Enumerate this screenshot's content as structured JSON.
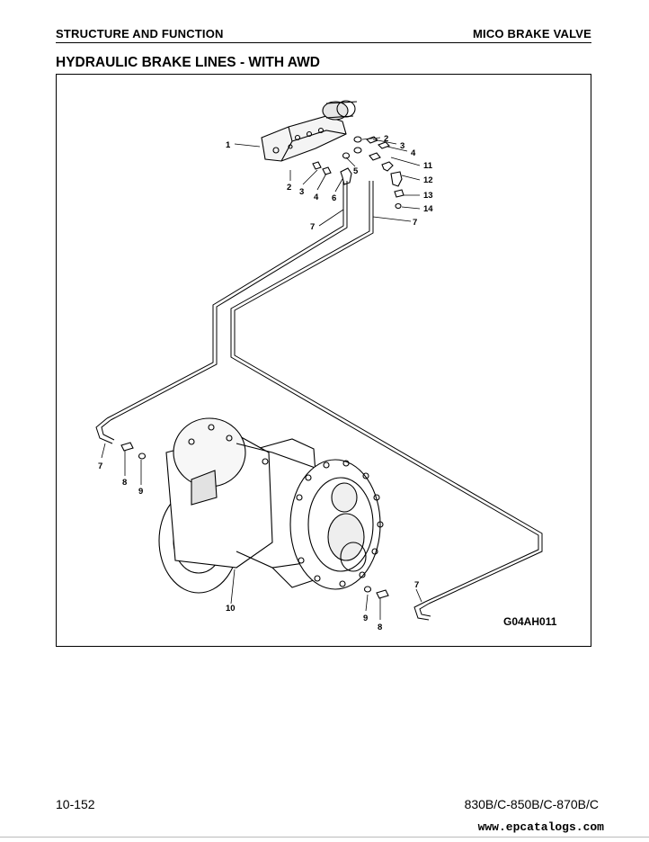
{
  "header": {
    "left": "STRUCTURE AND FUNCTION",
    "right": "MICO BRAKE VALVE"
  },
  "section_title": "HYDRAULIC BRAKE LINES - WITH AWD",
  "figure": {
    "id": "G04AH011",
    "callouts": [
      "1",
      "2",
      "3",
      "4",
      "5",
      "6",
      "7",
      "11",
      "12",
      "13",
      "14",
      "7",
      "7",
      "8",
      "9",
      "10",
      "9",
      "8",
      "7",
      "2",
      "3",
      "4"
    ]
  },
  "footer": {
    "page_number": "10-152",
    "models": "830B/C-850B/C-870B/C"
  },
  "watermark": "www.epcatalogs.com"
}
